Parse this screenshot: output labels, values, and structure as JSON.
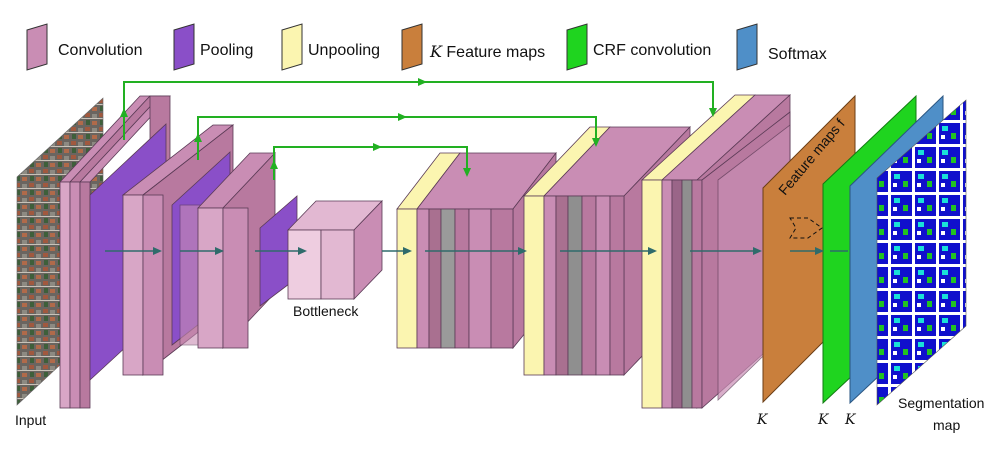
{
  "legend": [
    {
      "id": "convolution",
      "label": "Convolution",
      "color": "#c98db4"
    },
    {
      "id": "pooling",
      "label": "Pooling",
      "color": "#8a4fc8"
    },
    {
      "id": "unpooling",
      "label": "Unpooling",
      "color": "#fbf5b0"
    },
    {
      "id": "feature-maps",
      "label_prefix": "K",
      "label": " Feature maps",
      "color": "#c97f3c"
    },
    {
      "id": "crf-convolution",
      "label": "CRF convolution",
      "color": "#1fd41f"
    },
    {
      "id": "softmax",
      "label": "Softmax",
      "color": "#4f8fc8"
    }
  ],
  "labels": {
    "input": "Input",
    "bottleneck": "Bottleneck",
    "feature_maps_f": "Feature maps f",
    "segmentation_line1": "Segmentation",
    "segmentation_line2": "map",
    "k1": "K",
    "k2": "K",
    "k3": "K"
  },
  "colors": {
    "skip_arrow": "#22b022",
    "flow_arrow": "#2f6b6b",
    "seg_blue": "#1010cc",
    "seg_cyan": "#19e0d8",
    "seg_green": "#22c322",
    "seg_white": "#ffffff"
  }
}
